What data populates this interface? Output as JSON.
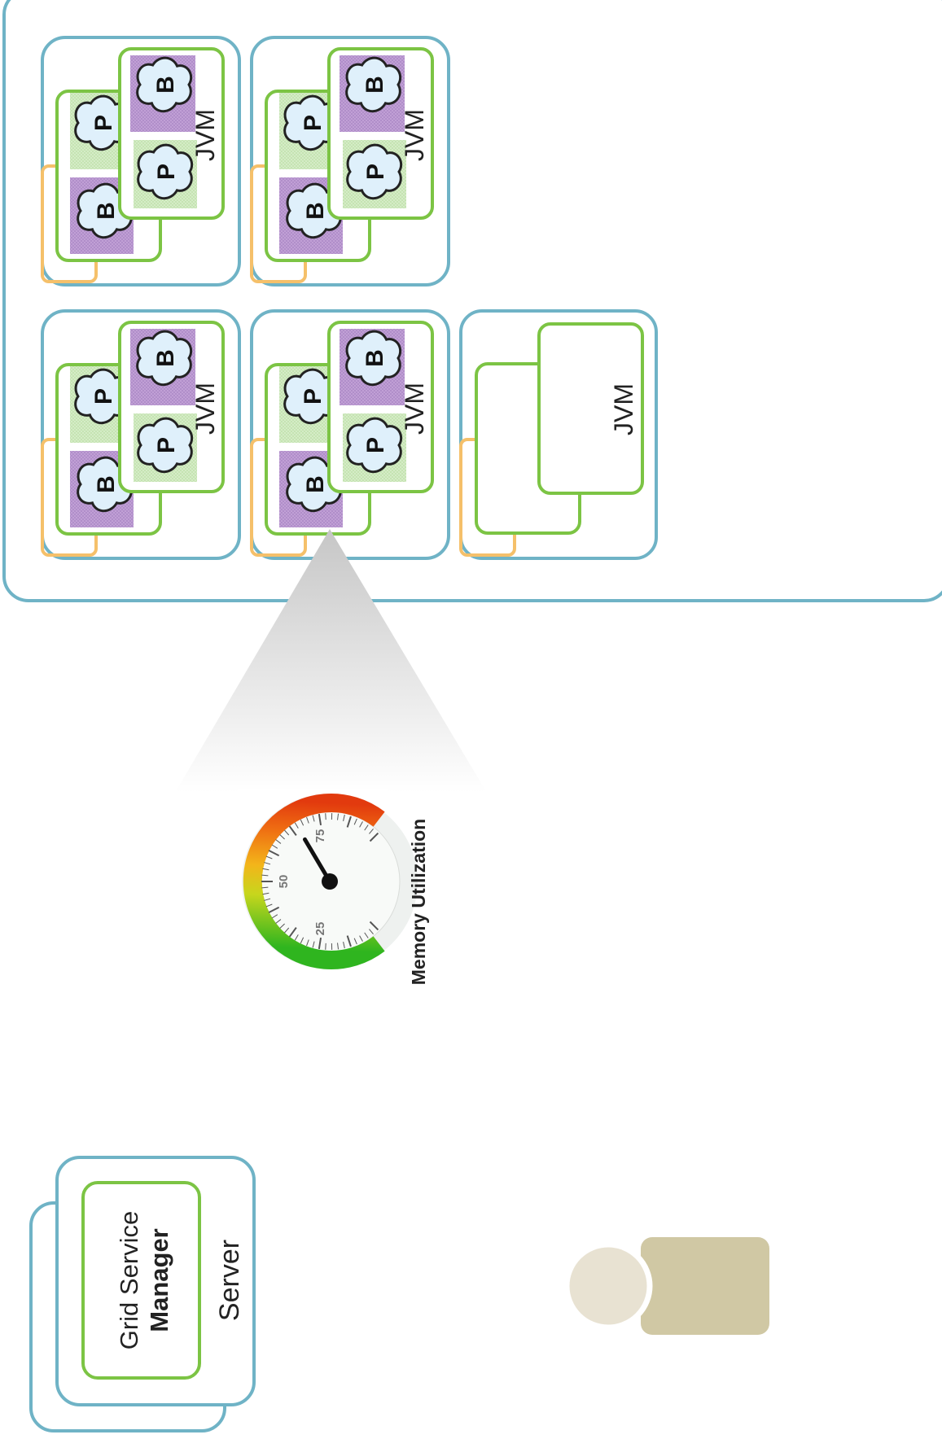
{
  "grid": {
    "label": "",
    "jvm_label": "JVM",
    "primary_label": "P",
    "backup_label": "B",
    "empty_jvm_label": "JVM"
  },
  "gauge": {
    "title": "Memory Utilization",
    "ticks": [
      "25",
      "50",
      "75"
    ],
    "needle_value": 72
  },
  "manager": {
    "label_line1": "Grid Service",
    "label_line2": "Manager",
    "server_label": "Server"
  },
  "colors": {
    "grid_border": "#6fb3c6",
    "container_border": "#6fb3c6",
    "jvm_border": "#7cc444",
    "orange_border": "#f5c06a",
    "primary_fill": "#d7edc9",
    "backup_fill": "#c5a4d8",
    "cloud_fill": "#dff0fb",
    "user_body": "#d0c8a4",
    "user_head": "#e8e2d2"
  },
  "icons": {
    "cloud": "cloud-icon",
    "user": "user-icon",
    "gauge": "gauge-icon"
  }
}
